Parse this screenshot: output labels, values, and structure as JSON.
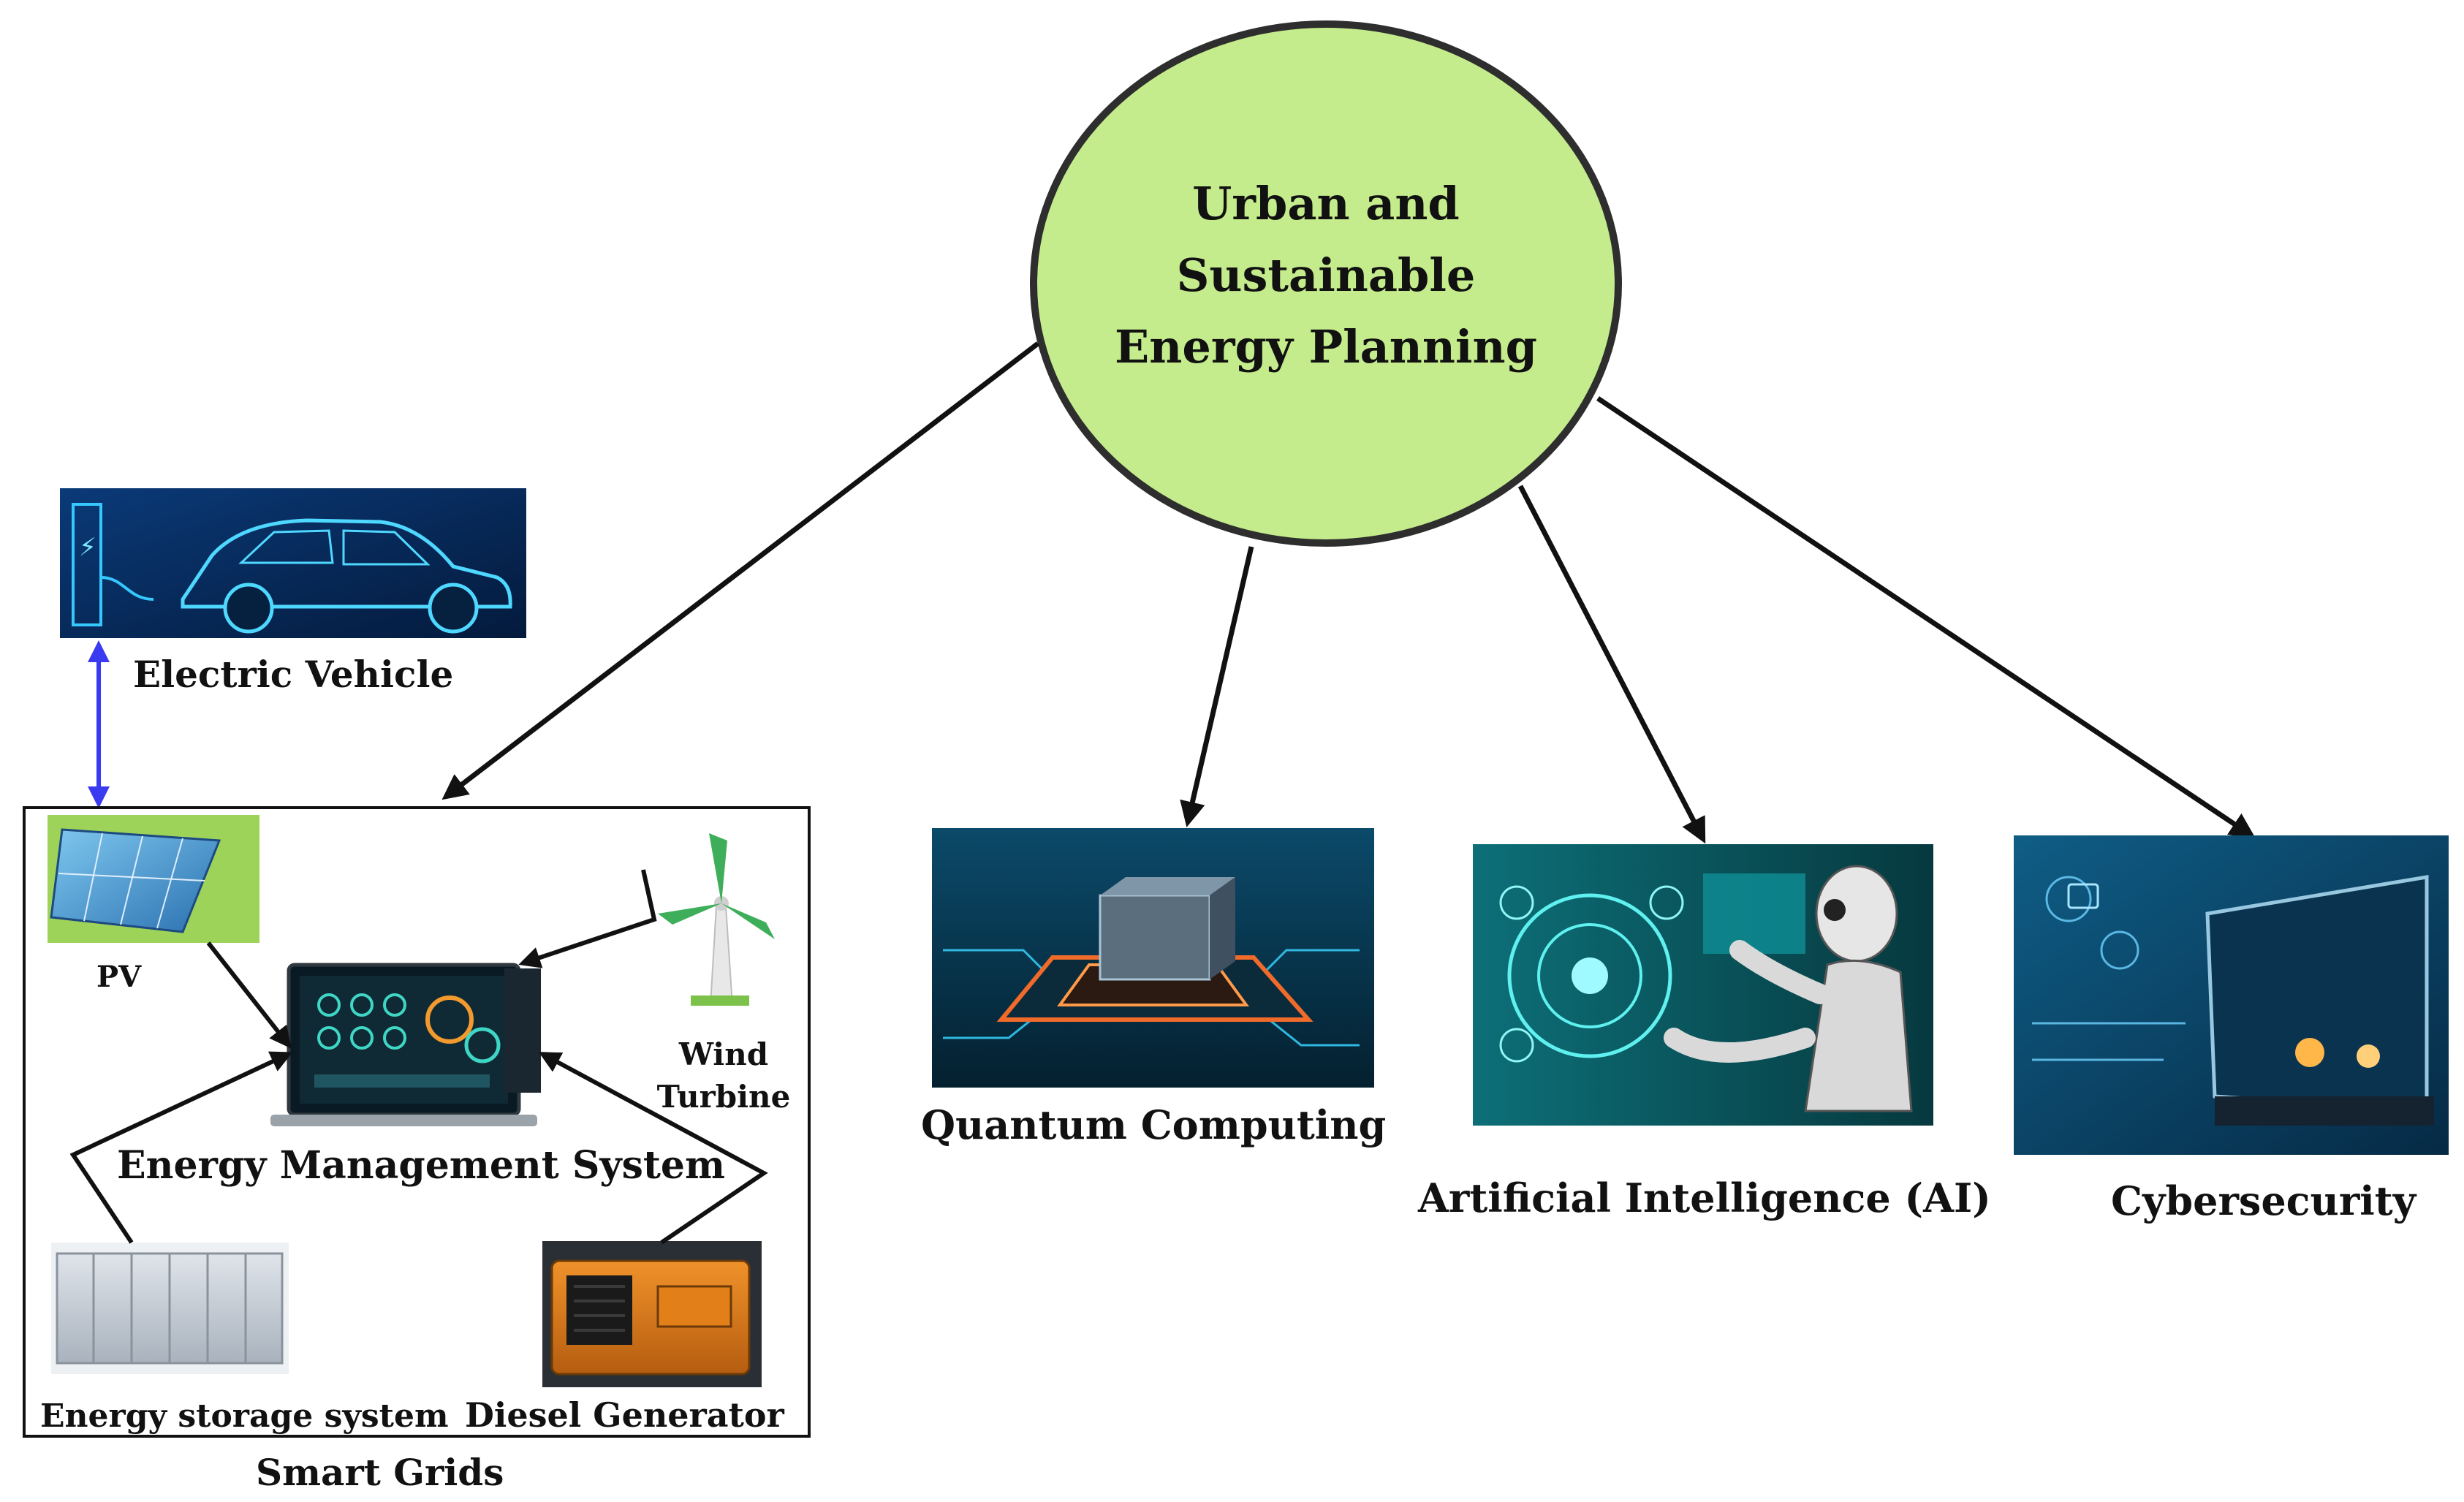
{
  "center": {
    "lines": [
      "Urban and",
      "Sustainable",
      "Energy Planning"
    ],
    "fill": "#c5ec8c",
    "stroke": "#2e2e2e"
  },
  "labels": {
    "electric_vehicle": "Electric Vehicle",
    "pv": "PV",
    "wind_turbine_1": "Wind",
    "wind_turbine_2": "Turbine",
    "ems": "Energy Management System",
    "ess": "Energy storage system",
    "diesel": "Diesel Generator",
    "smart_grids": "Smart Grids",
    "quantum": "Quantum Computing",
    "ai": "Artificial Intelligence (AI)",
    "cyber": "Cybersecurity"
  },
  "colors": {
    "arrow": "#111111",
    "ev_link": "#3a3af0",
    "tech_dark": "#062a4a",
    "tech_glow": "#2fd4f0"
  }
}
